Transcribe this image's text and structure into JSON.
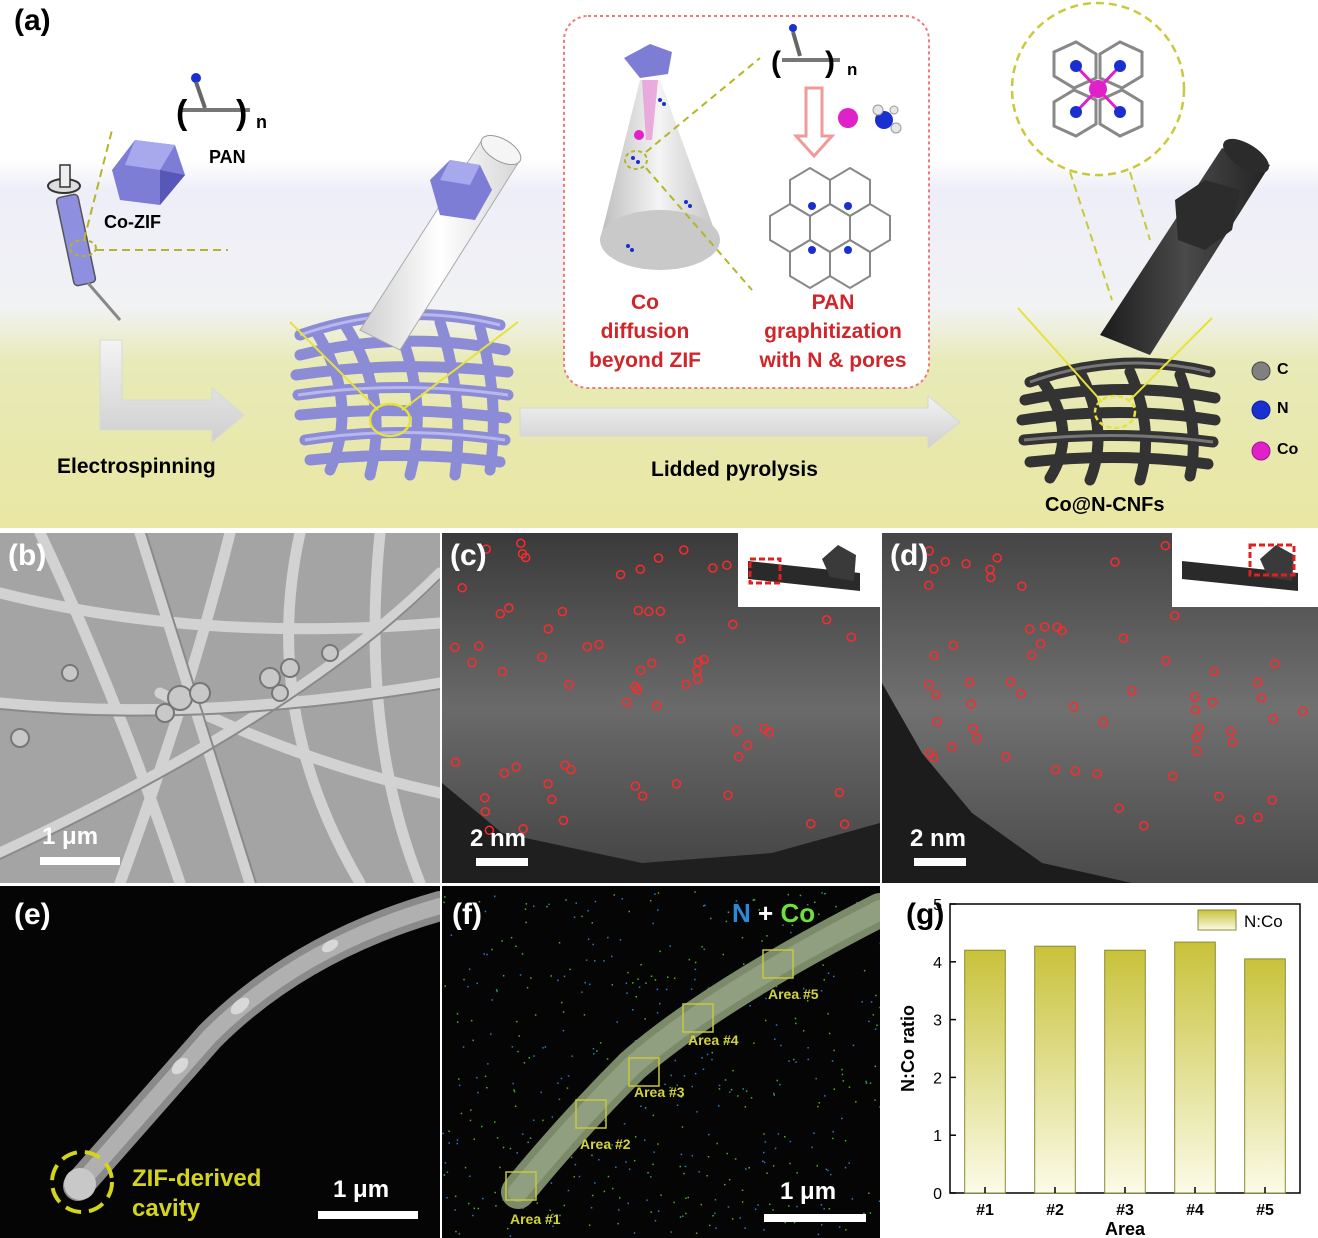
{
  "panel_a": {
    "label": "(a)",
    "pan_label": "PAN",
    "cozif_label": "Co-ZIF",
    "n_sub": "n",
    "electrospinning": "Electrospinning",
    "lidded_pyrolysis": "Lidded pyrolysis",
    "product": "Co@N-CNFs",
    "inset_left": [
      "Co",
      "diffusion",
      "beyond ZIF"
    ],
    "inset_right": [
      "PAN",
      "graphitization",
      "with N & pores"
    ],
    "legend": [
      {
        "label": "C",
        "color": "#808080"
      },
      {
        "label": "N",
        "color": "#1a2fd0"
      },
      {
        "label": "Co",
        "color": "#e020c8"
      }
    ],
    "colors": {
      "fiber_purple": "#a8a8e6",
      "red_text": "#d0262b",
      "olive": "#c9c24a",
      "dashed_yellow": "#b5b52a"
    }
  },
  "panel_b": {
    "label": "(b)",
    "scale": "1 μm"
  },
  "panel_c": {
    "label": "(c)",
    "scale": "2 nm"
  },
  "panel_d": {
    "label": "(d)",
    "scale": "2 nm"
  },
  "panel_e": {
    "label": "(e)",
    "scale": "1 μm",
    "annotation": [
      "ZIF-derived",
      "cavity"
    ]
  },
  "panel_f": {
    "label": "(f)",
    "scale": "1 μm",
    "legend_n": "N",
    "legend_plus": "+",
    "legend_co": "Co",
    "areas": [
      "Area #1",
      "Area #2",
      "Area #3",
      "Area #4",
      "Area #5"
    ]
  },
  "panel_g": {
    "label": "(g)"
  },
  "chart_data": {
    "type": "bar",
    "categories": [
      "#1",
      "#2",
      "#3",
      "#4",
      "#5"
    ],
    "series": [
      {
        "name": "N:Co",
        "values": [
          4.2,
          4.27,
          4.2,
          4.34,
          4.05
        ]
      }
    ],
    "xlabel": "Area",
    "ylabel": "N:Co ratio",
    "ylim": [
      0,
      5
    ],
    "yticks": [
      "0",
      "1",
      "2",
      "3",
      "4",
      "5"
    ],
    "legend": "top-right",
    "bar_color": "#c8c23a"
  }
}
